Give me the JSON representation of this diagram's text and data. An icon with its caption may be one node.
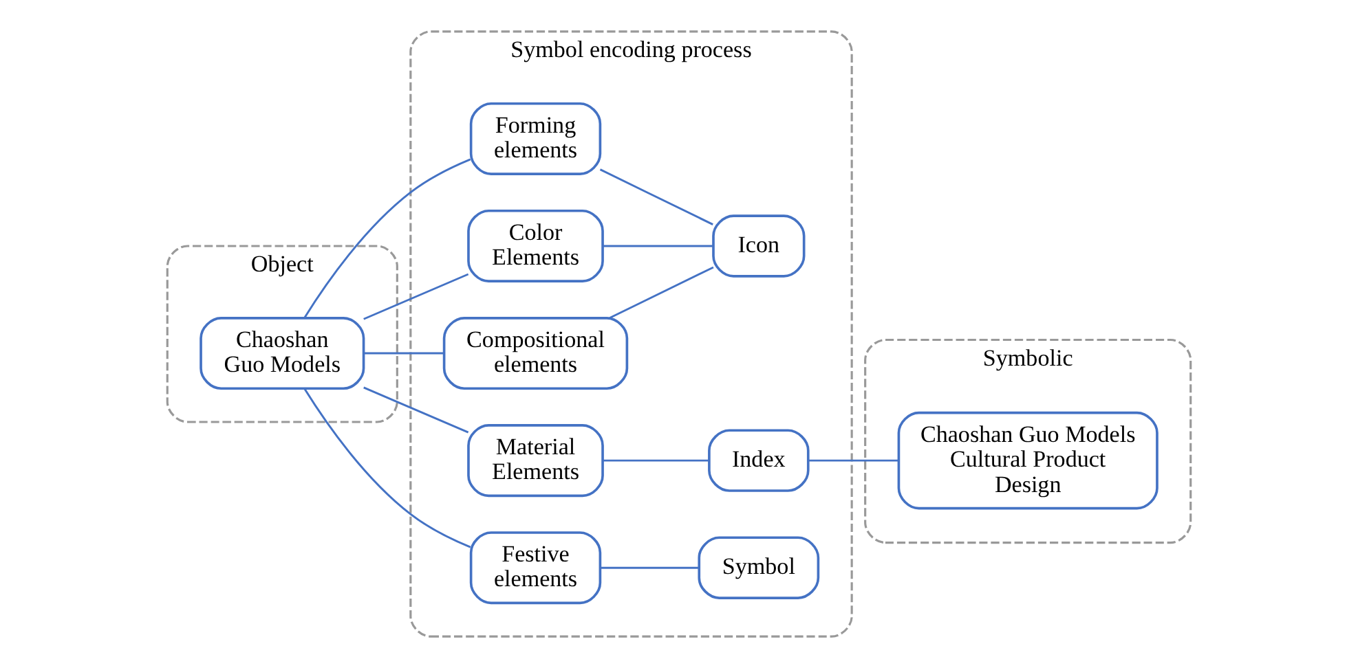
{
  "diagram": {
    "nodes": [
      {
        "text": [
          "Object"
        ]
      },
      {
        "text": [
          "Chaoshan Guo Models"
        ],
        "in": 0
      },
      {
        "text": [
          "Symbol encoding process"
        ]
      },
      {
        "text": [
          "Forming elements"
        ],
        "in": 2
      },
      {
        "text": [
          "Color Elements"
        ],
        "in": 2
      },
      {
        "text": [
          "Compositional elements"
        ],
        "in": 2
      },
      {
        "text": [
          "Material Elements"
        ],
        "in": 2
      },
      {
        "text": [
          "Festive elements"
        ],
        "in": 2
      },
      {
        "text": [
          "Icon"
        ],
        "in": 2
      },
      {
        "text": [
          "Index"
        ],
        "in": 2
      },
      {
        "text": [
          "Symbol"
        ],
        "in": 2
      },
      {
        "text": [
          "Symbolic"
        ]
      },
      {
        "text": [
          "Chaoshan Guo Models Cultural Product Design"
        ],
        "in": 11
      }
    ],
    "edges": [
      {
        "from": 1,
        "to": 3,
        "arrow": "none"
      },
      {
        "from": 1,
        "to": 4,
        "arrow": "none"
      },
      {
        "from": 1,
        "to": 5,
        "arrow": "none"
      },
      {
        "from": 1,
        "to": 6,
        "arrow": "none"
      },
      {
        "from": 1,
        "to": 7,
        "arrow": "none"
      },
      {
        "from": 3,
        "to": 8,
        "arrow": "none"
      },
      {
        "from": 4,
        "to": 8,
        "arrow": "none"
      },
      {
        "from": 5,
        "to": 8,
        "arrow": "none"
      },
      {
        "from": 6,
        "to": 9,
        "arrow": "none"
      },
      {
        "from": 7,
        "to": 10,
        "arrow": "none"
      },
      {
        "from": 9,
        "to": 12,
        "arrow": "none"
      }
    ]
  }
}
